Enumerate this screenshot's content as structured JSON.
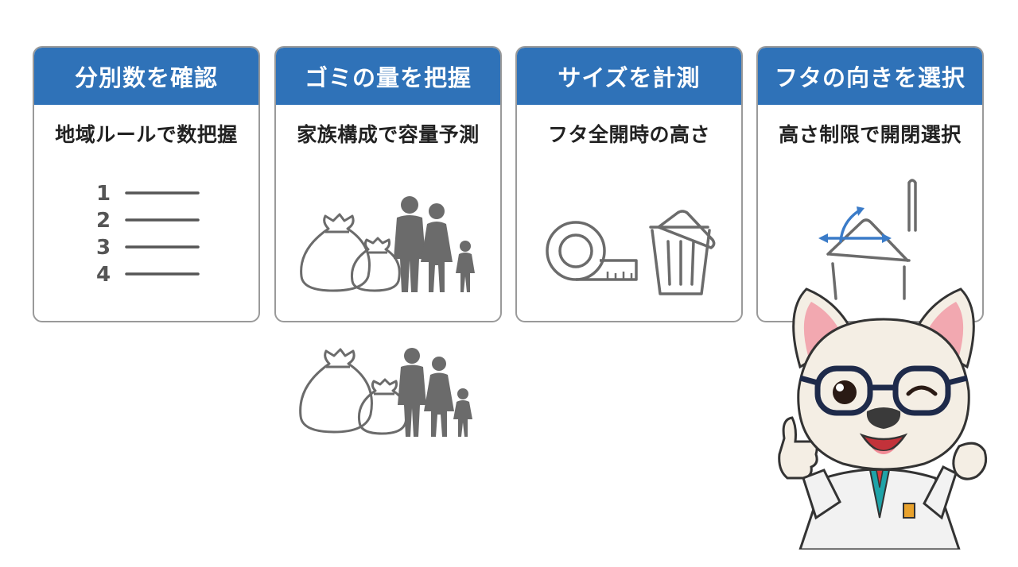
{
  "cards": [
    {
      "title": "分別数を確認",
      "subtitle": "地域ルールで数把握",
      "list_numbers": [
        "1",
        "2",
        "3",
        "4"
      ]
    },
    {
      "title": "ゴミの量を把握",
      "subtitle": "家族構成で容量予測"
    },
    {
      "title": "サイズを計測",
      "subtitle": "フタ全開時の高さ"
    },
    {
      "title": "フタの向きを選択",
      "subtitle": "高さ制限で開閉選択"
    }
  ],
  "colors": {
    "header_blue": "#2f72b8",
    "icon_gray": "#6b6b6b",
    "arrow_blue": "#3a7bc8",
    "card_border": "#9a9a9a"
  },
  "icons": [
    "numbered-list-icon",
    "garbage-bags-icon",
    "family-icon",
    "tape-measure-icon",
    "trash-can-icon",
    "lid-direction-icon",
    "dog-mascot"
  ]
}
